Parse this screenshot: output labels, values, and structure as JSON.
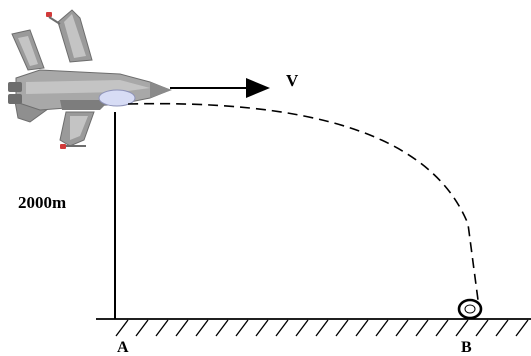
{
  "diagram": {
    "velocity_label": "V",
    "height_label": "2000m",
    "point_a_label": "A",
    "point_b_label": "B"
  },
  "colors": {
    "ink": "#000000",
    "jet_body": "#9a9a9a",
    "jet_light": "#c4c4c4",
    "jet_dark": "#6d6d6d",
    "canopy": "#d7dcf5",
    "wingtip_red": "#d23a3a"
  },
  "icons": {
    "aircraft": "fighter-jet-icon",
    "bomb": "bomb-icon"
  }
}
